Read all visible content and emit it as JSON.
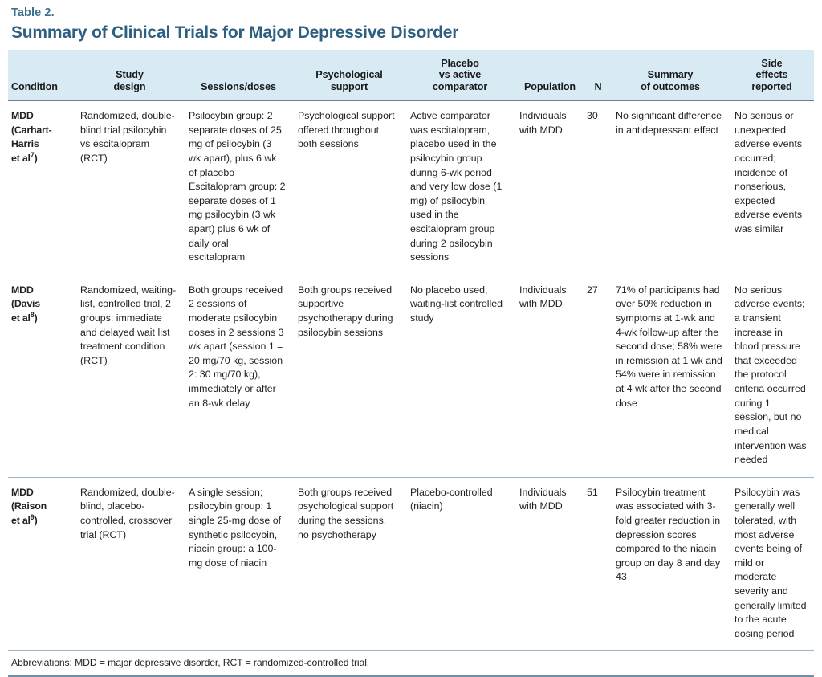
{
  "header": {
    "table_label": "Table 2.",
    "title": "Summary of Clinical Trials for Major Depressive Disorder",
    "label_color": "#3d6f8e",
    "title_color": "#2e5f80",
    "head_band_color": "#d8eaf3"
  },
  "columns": [
    {
      "id": "condition",
      "label": "Condition"
    },
    {
      "id": "design",
      "label_line1": "Study",
      "label_line2": "design"
    },
    {
      "id": "sessions",
      "label": "Sessions/doses"
    },
    {
      "id": "psych",
      "label_line1": "Psychological",
      "label_line2": "support"
    },
    {
      "id": "placebo",
      "label_line1": "Placebo",
      "label_line2": "vs active",
      "label_line3": "comparator"
    },
    {
      "id": "population",
      "label": "Population"
    },
    {
      "id": "n",
      "label": "N"
    },
    {
      "id": "summary",
      "label_line1": "Summary",
      "label_line2": "of outcomes"
    },
    {
      "id": "side",
      "label_line1": "Side",
      "label_line2": "effects",
      "label_line3": "reported"
    }
  ],
  "rows": [
    {
      "condition_lines": [
        "MDD",
        "(Carhart-",
        "Harris",
        "et al"
      ],
      "condition_ref": "7",
      "condition_tail": ")",
      "design": "Randomized, double-blind trial psilocybin vs escitalopram (RCT)",
      "sessions": "Psilocybin group: 2 separate doses of 25 mg of psilocybin (3 wk apart), plus 6 wk of placebo Escitalopram group: 2 separate doses of 1 mg psilocybin (3 wk apart) plus 6 wk of daily oral escitalopram",
      "psych": "Psychological support offered throughout both sessions",
      "placebo": "Active comparator was escitalopram, placebo used in the psilocybin group during 6-wk period and very low dose (1 mg) of psilocybin used in the escitalopram group during 2 psilocybin sessions",
      "population": "Individuals with MDD",
      "n": "30",
      "summary": "No significant difference in antidepressant effect",
      "side": "No serious or unexpected adverse events occurred; incidence of nonserious, expected adverse events was similar"
    },
    {
      "condition_lines": [
        "MDD",
        "(Davis",
        "et al"
      ],
      "condition_ref": "8",
      "condition_tail": ")",
      "design": "Randomized, waiting-list, controlled trial, 2 groups: immediate and delayed wait list treatment condition (RCT)",
      "sessions": "Both groups received 2 sessions of moderate psilocybin doses in 2 sessions 3 wk apart (session 1 = 20 mg/70 kg, session 2: 30 mg/70 kg), immediately or after an 8-wk delay",
      "psych": "Both groups received supportive psychotherapy during psilocybin sessions",
      "placebo": "No placebo used, waiting-list controlled study",
      "population": "Individuals with MDD",
      "n": "27",
      "summary": "71% of participants had over 50% reduction in symptoms at 1-wk and 4-wk follow-up after the second dose; 58% were in remission at 1 wk and 54% were in remission at 4 wk after the second dose",
      "side": "No serious adverse events; a transient increase in blood pressure that exceeded the protocol criteria occurred during 1 session, but no medical intervention was needed"
    },
    {
      "condition_lines": [
        "MDD",
        "(Raison",
        "et al"
      ],
      "condition_ref": "9",
      "condition_tail": ")",
      "design": "Randomized, double-blind, placebo-controlled, crossover trial (RCT)",
      "sessions": "A single session; psilocybin group: 1 single 25-mg dose of synthetic psilocybin, niacin group: a 100-mg dose of niacin",
      "psych": "Both groups received psychological support during the sessions, no psychotherapy",
      "placebo": "Placebo-controlled (niacin)",
      "population": "Individuals with MDD",
      "n": "51",
      "summary": "Psilocybin treatment was associated with 3-fold greater reduction in depression scores compared to the niacin group on day 8 and day 43",
      "side": "Psilocybin was generally well tolerated, with most adverse events being of mild or moderate severity and generally limited to the acute dosing period"
    }
  ],
  "footnote": "Abbreviations: MDD = major depressive disorder, RCT = randomized-controlled trial."
}
